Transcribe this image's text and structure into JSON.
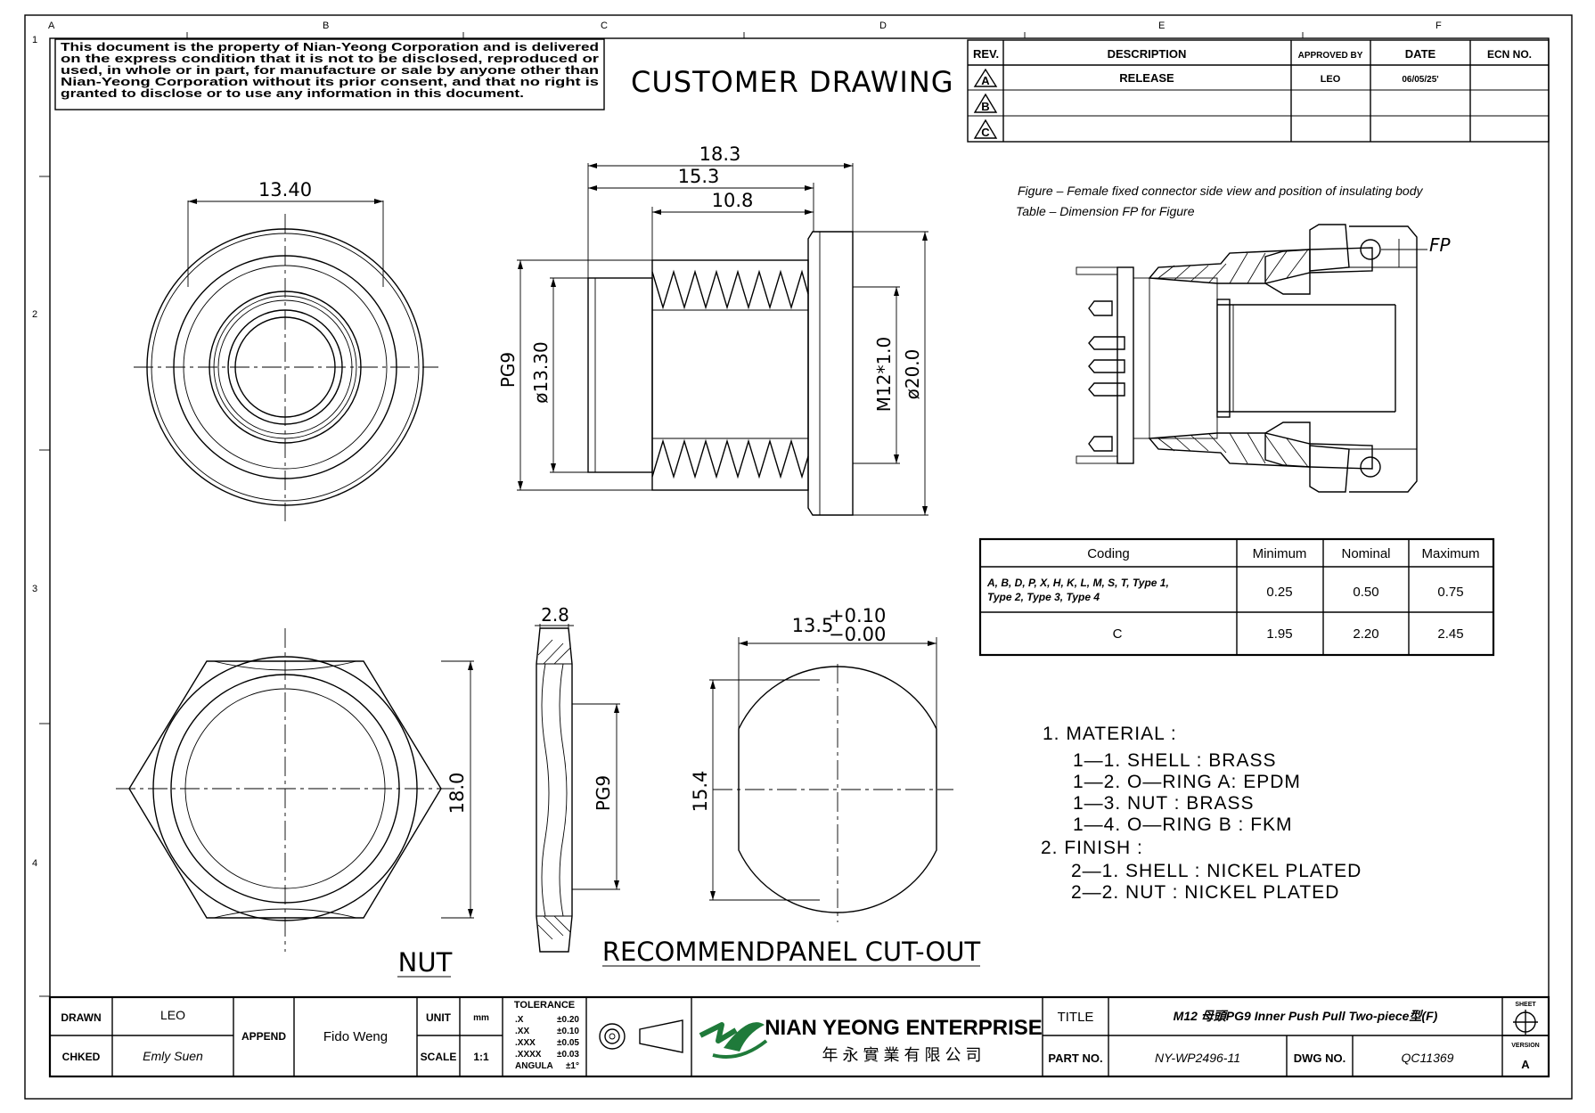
{
  "border": {
    "cols": [
      "A",
      "B",
      "C",
      "D",
      "E",
      "F"
    ],
    "rows": [
      "1",
      "2",
      "3",
      "4"
    ]
  },
  "notice": [
    "This document is the property of Nian-Yeong Corporation and is delivered",
    "on  the  express condition that it is not to be disclosed, reproduced or",
    "used, in whole or in part, for manufacture or sale by anyone other than",
    "Nian-Yeong Corporation without  its prior consent, and that  no right  is",
    "granted  to disclose or to use any information in this  document."
  ],
  "title_banner": "CUSTOMER  DRAWING",
  "revision_table": {
    "headers": [
      "REV.",
      "DESCRIPTION",
      "APPROVED BY",
      "DATE",
      "ECN NO."
    ],
    "rows": [
      {
        "rev": "A",
        "description": "RELEASE",
        "approved": "LEO",
        "date": "06/05/25'",
        "ecn": ""
      },
      {
        "rev": "B",
        "description": "",
        "approved": "",
        "date": "",
        "ecn": ""
      },
      {
        "rev": "C",
        "description": "",
        "approved": "",
        "date": "",
        "ecn": ""
      }
    ]
  },
  "figure_caption": {
    "line1": "Figure   – Female fixed connector side view and position of insulating body",
    "line2": "Table – Dimension FP for Figure",
    "fp_label": "FP"
  },
  "dimensions": {
    "front_width": "13.40",
    "side_overall": "18.3",
    "side_mid": "15.3",
    "side_thread": "10.8",
    "pg9": "PG9",
    "dia_13_30": "ø13.30",
    "m12": "M12*1.0",
    "dia_20": "ø20.0",
    "nut_height": "18.0",
    "nut_thickness": "2.8",
    "nut_pg9": "PG9",
    "cutout_width": "13.5",
    "cutout_tol_plus": "+0.10",
    "cutout_tol_minus": "−0.00",
    "cutout_height": "15.4"
  },
  "view_labels": {
    "nut": "NUT",
    "cutout": "RECOMMENDPANEL  CUT-OUT"
  },
  "coding_table": {
    "headers": [
      "Coding",
      "Minimum",
      "Nominal",
      "Maximum"
    ],
    "rows": [
      {
        "coding": "A, B, D, P, X, H, K, L, M, S, T, Type 1,",
        "coding2": "Type 2, Type 3, Type 4",
        "min": "0.25",
        "nom": "0.50",
        "max": "0.75"
      },
      {
        "coding": "C",
        "coding2": "",
        "min": "1.95",
        "nom": "2.20",
        "max": "2.45"
      }
    ]
  },
  "notes": [
    "1.  MATERIAL  :",
    "1—1.  SHELL  :  BRASS",
    "1—2.  O—RING  A:  EPDM",
    "1—3.  NUT  :  BRASS",
    "1—4.  O—RING  B  :  FKM",
    "2.  FINISH  :",
    "2—1.  SHELL  :  NICKEL  PLATED",
    "2—2.  NUT  :  NICKEL  PLATED"
  ],
  "title_block": {
    "drawn_label": "DRAWN",
    "drawn_value": "LEO",
    "checked_label": "CHKED",
    "checked_value": "Emly Suen",
    "append_label": "APPEND",
    "append_value": "Fido Weng",
    "unit_label": "UNIT",
    "unit_value": "mm",
    "scale_label": "SCALE",
    "scale_value": "1:1",
    "tolerance_title": "TOLERANCE",
    "tolerance": [
      {
        "k": ".X",
        "v": "±0.20"
      },
      {
        "k": ".XX",
        "v": "±0.10"
      },
      {
        "k": ".XXX",
        "v": "±0.05"
      },
      {
        "k": ".XXXX",
        "v": "±0.03"
      },
      {
        "k": "ANGULA",
        "v": "±1°"
      }
    ],
    "company_en": "NIAN YEONG ENTERPRISE",
    "company_cn": "年 永 實 業 有 限 公 司",
    "title_label": "TITLE",
    "title_value": "M12 母頭PG9  Inner Push Pull Two-piece型(F)",
    "part_label": "PART NO.",
    "part_value": "NY-WP2496-11",
    "dwg_label": "DWG NO.",
    "dwg_value": "QC11369",
    "sheet_label": "SHEET",
    "version_label": "VERSION",
    "version_value": "A"
  }
}
